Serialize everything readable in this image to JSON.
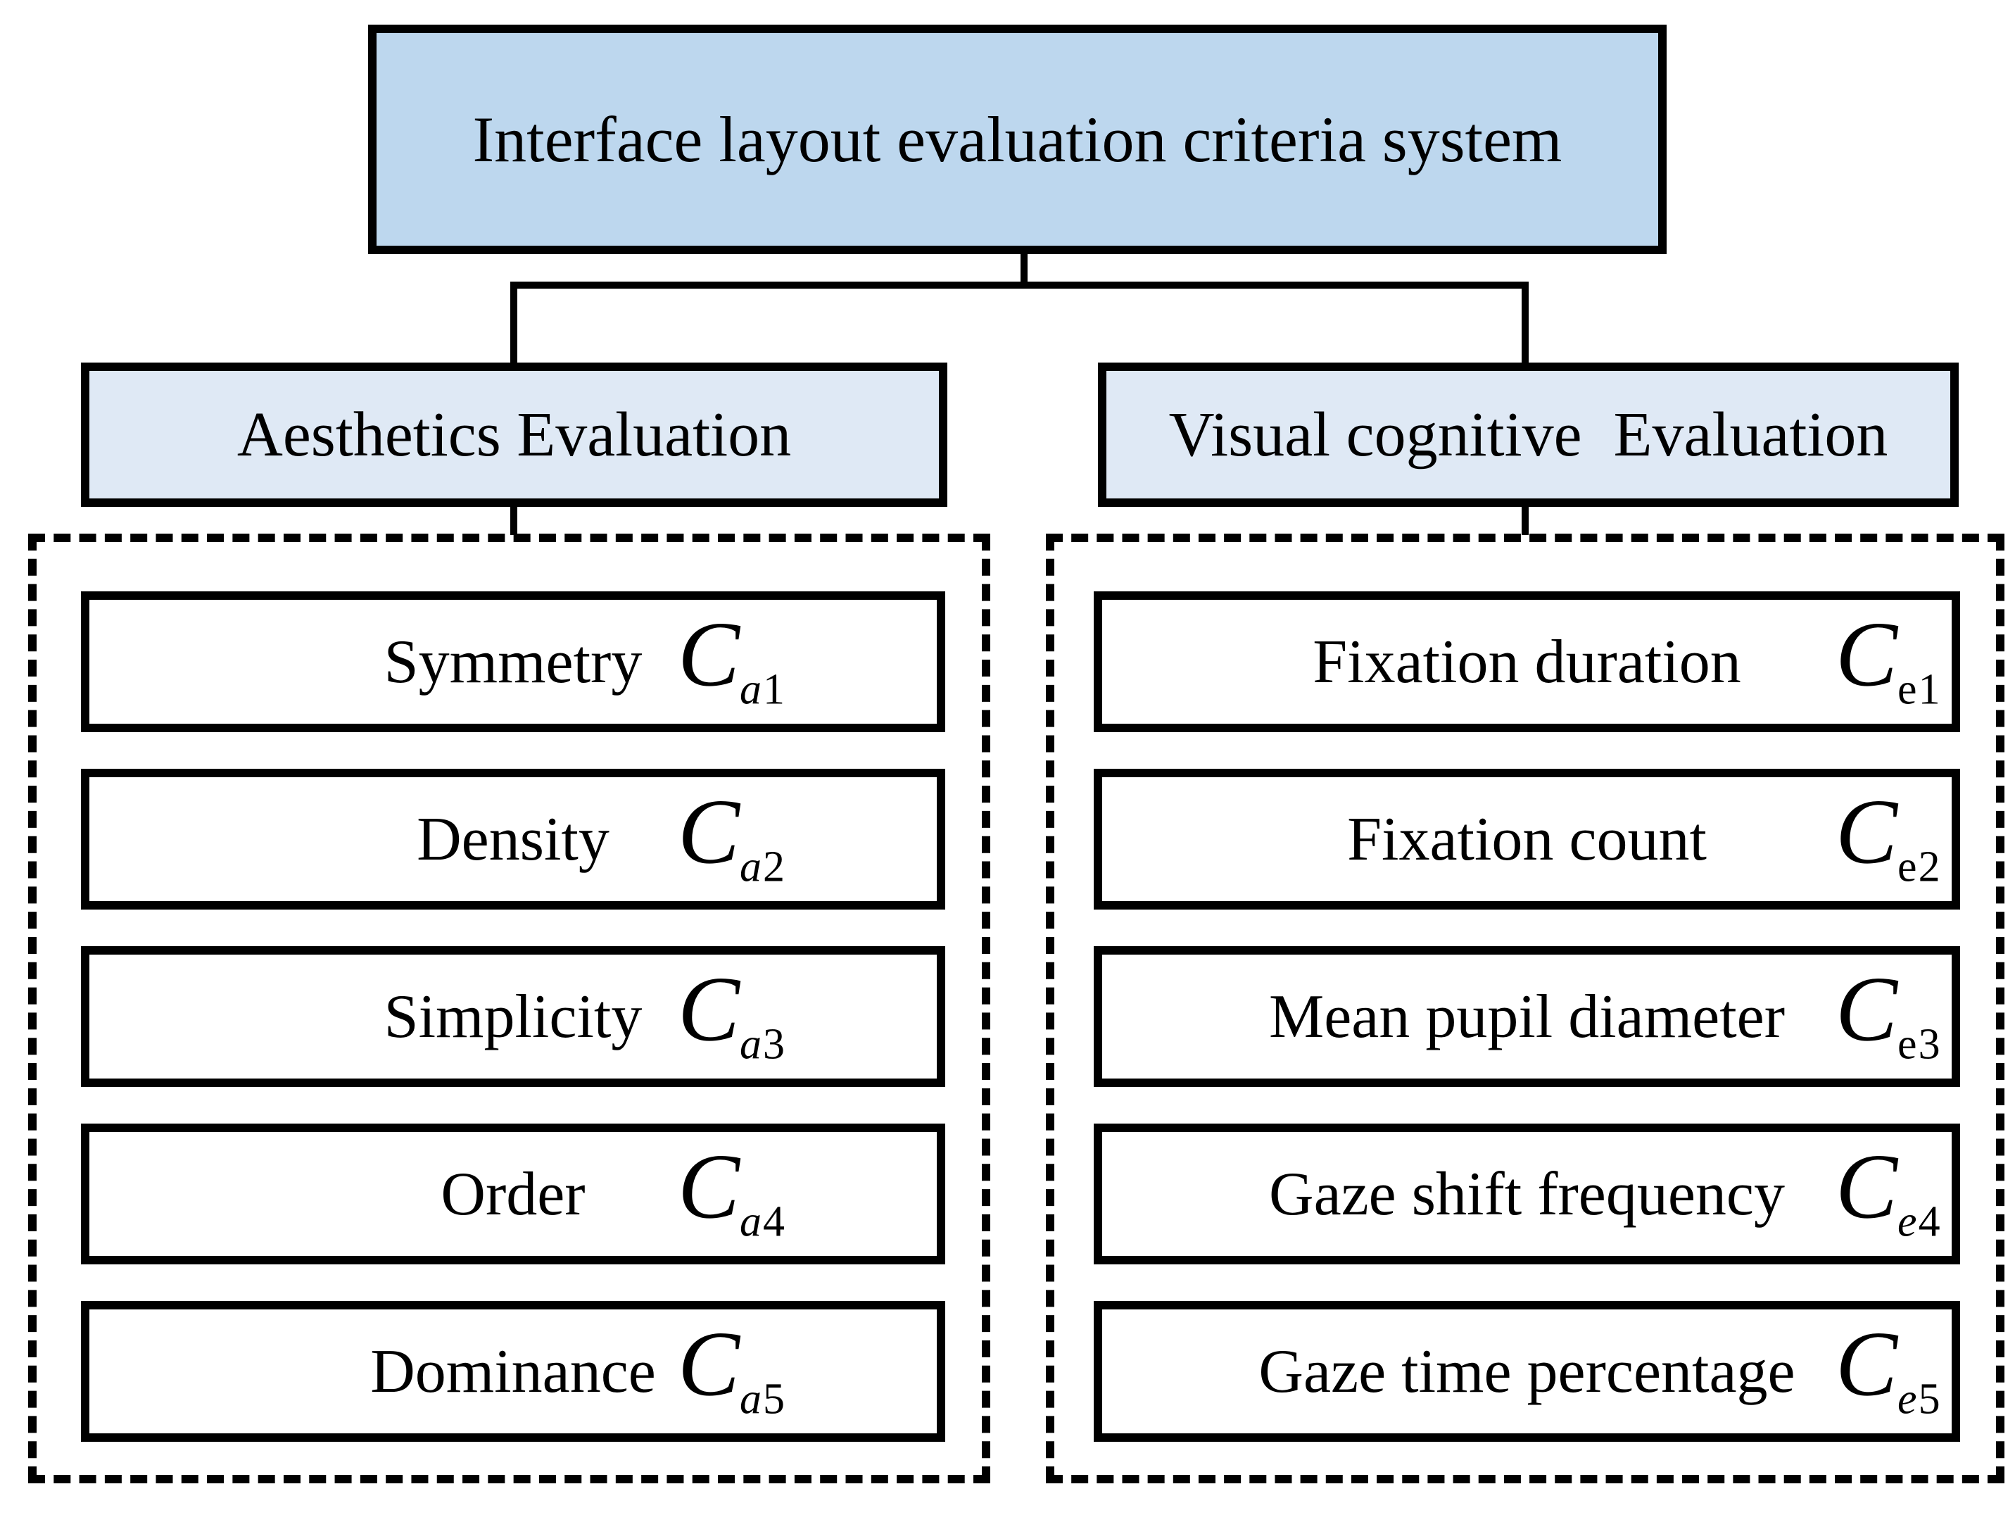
{
  "diagram": {
    "root": {
      "label": "Interface layout evaluation criteria system"
    },
    "branches": [
      {
        "label": "Aesthetics Evaluation",
        "items": [
          {
            "label": "Symmetry",
            "symbol": "C",
            "sub_letter": "a",
            "sub_digit": "1"
          },
          {
            "label": "Density",
            "symbol": "C",
            "sub_letter": "a",
            "sub_digit": "2"
          },
          {
            "label": "Simplicity",
            "symbol": "C",
            "sub_letter": "a",
            "sub_digit": "3"
          },
          {
            "label": "Order",
            "symbol": "C",
            "sub_letter": "a",
            "sub_digit": "4"
          },
          {
            "label": "Dominance",
            "symbol": "C",
            "sub_letter": "a",
            "sub_digit": "5"
          }
        ]
      },
      {
        "label": "Visual cognitive  Evaluation",
        "items": [
          {
            "label": "Fixation duration",
            "symbol": "C",
            "sub_letter": "e",
            "sub_digit": "1"
          },
          {
            "label": "Fixation count",
            "symbol": "C",
            "sub_letter": "e",
            "sub_digit": "2"
          },
          {
            "label": "Mean pupil diameter",
            "symbol": "C",
            "sub_letter": "e",
            "sub_digit": "3"
          },
          {
            "label": "Gaze shift frequency",
            "symbol": "C",
            "sub_letter": "e",
            "sub_digit": "4"
          },
          {
            "label": "Gaze time percentage",
            "symbol": "C",
            "sub_letter": "e",
            "sub_digit": "5"
          }
        ]
      }
    ],
    "colors": {
      "root_fill": "#BDD7EE",
      "branch_fill": "#DFE9F5",
      "item_fill": "#FFFFFF",
      "line_color": "#000000",
      "page_bg": "#FFFFFF"
    }
  }
}
